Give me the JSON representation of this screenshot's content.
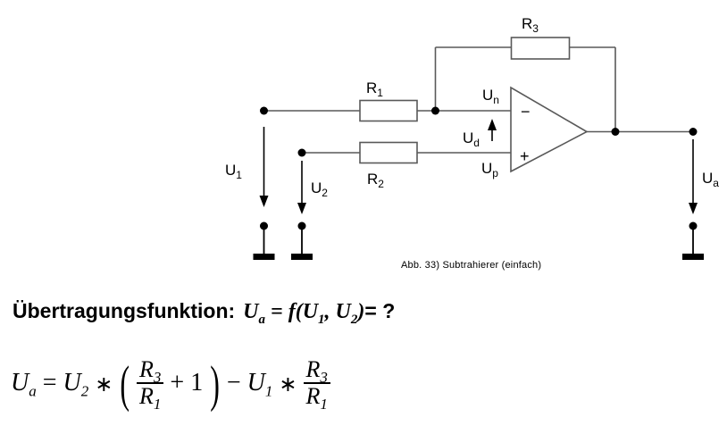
{
  "colors": {
    "wire": "#595959",
    "ink": "#000000",
    "background": "#ffffff"
  },
  "circuit": {
    "caption": "Abb. 33) Subtrahierer (einfach)",
    "labels": {
      "r1": {
        "base": "R",
        "sub": "1"
      },
      "r2": {
        "base": "R",
        "sub": "2"
      },
      "r3": {
        "base": "R",
        "sub": "3"
      },
      "u1": {
        "base": "U",
        "sub": "1"
      },
      "u2": {
        "base": "U",
        "sub": "2"
      },
      "ua": {
        "base": "U",
        "sub": "a"
      },
      "un": {
        "base": "U",
        "sub": "n"
      },
      "ud": {
        "base": "U",
        "sub": "d"
      },
      "up": {
        "base": "U",
        "sub": "p"
      }
    },
    "opamp": {
      "minus": "−",
      "plus": "+"
    }
  },
  "heading": {
    "label": "Übertragungsfunktion:",
    "math": {
      "lhs_base": "U",
      "lhs_sub": "a",
      "equals": " = ",
      "func": "f",
      "open": "(",
      "arg1_base": "U",
      "arg1_sub": "1",
      "comma": ", ",
      "arg2_base": "U",
      "arg2_sub": "2",
      "close": ")"
    },
    "suffix": "= ?"
  },
  "formula": {
    "lhs_base": "U",
    "lhs_sub": "a",
    "equals": "=",
    "term1_base": "U",
    "term1_sub": "2",
    "times1": "∗",
    "open": "(",
    "frac1": {
      "num_base": "R",
      "num_sub": "3",
      "den_base": "R",
      "den_sub": "1"
    },
    "plus": "+",
    "one": "1",
    "close": ")",
    "minus": "−",
    "term2_base": "U",
    "term2_sub": "1",
    "times2": "∗",
    "frac2": {
      "num_base": "R",
      "num_sub": "3",
      "den_base": "R",
      "den_sub": "1"
    }
  }
}
